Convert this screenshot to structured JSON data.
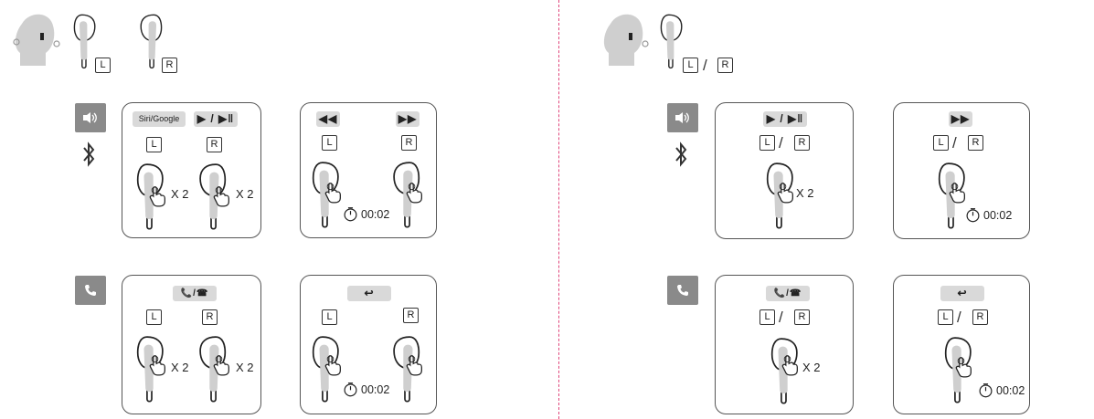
{
  "labels": {
    "left": "L",
    "right": "R",
    "slash": "/"
  },
  "pills": {
    "voice_assistant": "Siri/Google",
    "play_pause": "▶ / ▶‖",
    "previous": "◀◀",
    "next": "▶▶",
    "answer_end": "📞/☎",
    "reject": "↩"
  },
  "gestures": {
    "double_tap": "X 2",
    "long_press": "00:02"
  },
  "icons": {
    "volume": "volume-icon",
    "bluetooth": "bluetooth-icon",
    "phone": "phone-icon",
    "timer": "stopwatch-icon",
    "tap": "hand-tap-icon"
  },
  "colors": {
    "divider": "#e0457b",
    "side_button": "#8a8a8a",
    "pill": "#d9d9d9"
  }
}
